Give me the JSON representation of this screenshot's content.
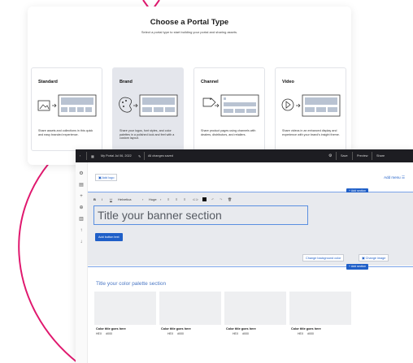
{
  "portal_picker": {
    "title": "Choose a Portal Type",
    "subtitle": "Select a portal type to start building your portal and sharing assets.",
    "types": [
      {
        "name": "Standard",
        "description": "Share assets and collections in this quick and easy branded experience.",
        "selected": false
      },
      {
        "name": "Brand",
        "description": "Share your logos, font styles, and color palettes in a polished look and feel with a custom layout.",
        "selected": true
      },
      {
        "name": "Channel",
        "description": "Share product pages using channels with dealers, distributors, and retailers.",
        "selected": false
      },
      {
        "name": "Video",
        "description": "Share videos in an enhanced display and experience with your brand's insight theme.",
        "selected": false
      }
    ]
  },
  "editor": {
    "topbar": {
      "portal_name": "My Portal Jul 06, 2022",
      "status": "All changes saved",
      "save": "Save",
      "preview": "Preview",
      "share": "Share"
    },
    "logo_row": {
      "add_logo": "Add logo",
      "add_menu": "Add menu",
      "add_section": "+ Add section"
    },
    "format_toolbar": {
      "bold": "B",
      "italic": "I",
      "underline": "U",
      "font": "Helvetica",
      "size": "Huge"
    },
    "banner": {
      "title": "Title your banner section",
      "add_button_text": "Add button text",
      "change_bg_color": "Change background color",
      "change_image": "Change image",
      "add_section": "+ Add section"
    },
    "palette": {
      "title": "Title your color palette section",
      "swatches": [
        {
          "name": "Color title goes here",
          "label": "HEX",
          "value": "#000"
        },
        {
          "name": "Color title goes here",
          "label": "HEX",
          "value": "#000"
        },
        {
          "name": "Color title goes here",
          "label": "HEX",
          "value": "#000"
        },
        {
          "name": "Color title goes here",
          "label": "HEX",
          "value": "#000"
        }
      ]
    }
  },
  "colors": {
    "accent_blue": "#1f5fc8",
    "brand_magenta": "#e0186e",
    "topbar": "#1d1d22"
  }
}
